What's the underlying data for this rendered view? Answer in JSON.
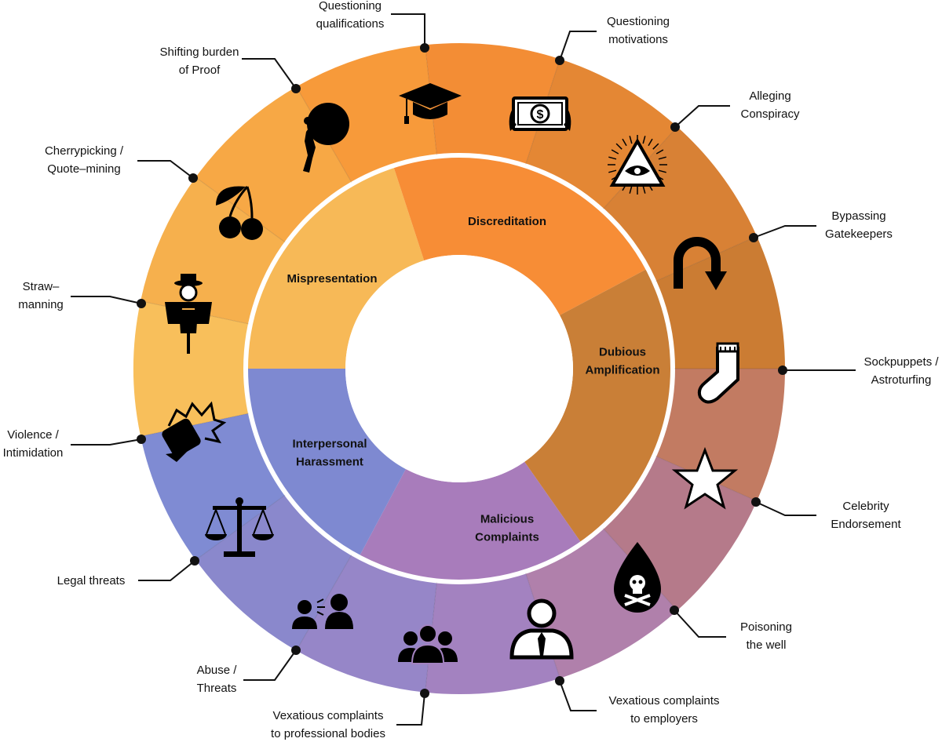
{
  "categories": [
    {
      "id": "misrepresentation",
      "lines": [
        "Mispresentation"
      ],
      "color": "#f7b957"
    },
    {
      "id": "discreditation",
      "lines": [
        "Discreditation"
      ],
      "color": "#f78d36"
    },
    {
      "id": "dubious-amplification",
      "lines": [
        "Dubious",
        "Amplification"
      ],
      "color": "#c97f37"
    },
    {
      "id": "malicious-complaints",
      "lines": [
        "Malicious",
        "Complaints"
      ],
      "color": "#a87cbb"
    },
    {
      "id": "interpersonal-harassment",
      "lines": [
        "Interpersonal",
        "Harassment"
      ],
      "color": "#7e89d1"
    }
  ],
  "tactics": [
    {
      "id": "shifting-burden",
      "lines": [
        "Shifting burden",
        "of Proof"
      ],
      "icon": "boulder-pushing-icon",
      "color": "#f7a845"
    },
    {
      "id": "questioning-qualifications",
      "lines": [
        "Questioning",
        "qualifications"
      ],
      "icon": "graduation-cap-icon",
      "color": "#f79a3a"
    },
    {
      "id": "questioning-motivations",
      "lines": [
        "Questioning",
        "motivations"
      ],
      "icon": "burning-money-icon",
      "color": "#f38d35"
    },
    {
      "id": "alleging-conspiracy",
      "lines": [
        "Alleging",
        "Conspiracy"
      ],
      "icon": "all-seeing-eye-icon",
      "color": "#e48734"
    },
    {
      "id": "bypassing-gatekeepers",
      "lines": [
        "Bypassing",
        "Gatekeepers"
      ],
      "icon": "u-turn-arrow-icon",
      "color": "#d88135"
    },
    {
      "id": "sockpuppets",
      "lines": [
        "Sockpuppets /",
        "Astroturfing"
      ],
      "icon": "sock-icon",
      "color": "#cb7c33"
    },
    {
      "id": "celebrity-endorsement",
      "lines": [
        "Celebrity",
        "Endorsement"
      ],
      "icon": "star-icon",
      "color": "#c27b62"
    },
    {
      "id": "poisoning-well",
      "lines": [
        "Poisoning",
        "the well"
      ],
      "icon": "poison-drop-icon",
      "color": "#b57a8a"
    },
    {
      "id": "vexatious-employers",
      "lines": [
        "Vexatious complaints",
        "to employers"
      ],
      "icon": "businessman-icon",
      "color": "#b080ab"
    },
    {
      "id": "vexatious-professional",
      "lines": [
        "Vexatious complaints",
        "to professional bodies"
      ],
      "icon": "group-people-icon",
      "color": "#a382c0"
    },
    {
      "id": "abuse-threats",
      "lines": [
        "Abuse /",
        "Threats"
      ],
      "icon": "shouting-people-icon",
      "color": "#9686c8"
    },
    {
      "id": "legal-threats",
      "lines": [
        "Legal threats"
      ],
      "icon": "scales-icon",
      "color": "#8a88cc"
    },
    {
      "id": "violence",
      "lines": [
        "Violence /",
        "Intimidation"
      ],
      "icon": "punching-fist-icon",
      "color": "#7f8bd3"
    },
    {
      "id": "straw-manning",
      "lines": [
        "Straw–",
        "manning"
      ],
      "icon": "scarecrow-icon",
      "color": "#f8bf5b"
    },
    {
      "id": "cherrypicking",
      "lines": [
        "Cherrypicking /",
        "Quote–mining"
      ],
      "icon": "cherries-icon",
      "color": "#f6b04d"
    }
  ]
}
